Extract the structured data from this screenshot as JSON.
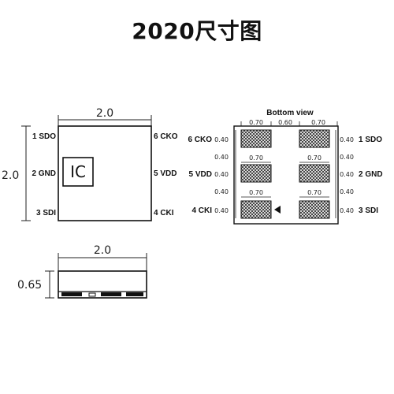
{
  "title": "2020尺寸图",
  "top_view": {
    "width_label": "2.0",
    "height_label": "2.0",
    "ic_label": "IC",
    "pins": {
      "p1": "1 SDO",
      "p2": "2 GND",
      "p3": "3 SDI",
      "p4": "4 CKI",
      "p5": "5 VDD",
      "p6": "6 CKO"
    }
  },
  "side_view": {
    "width_label": "2.0",
    "height_label": "0.65"
  },
  "bottom_view": {
    "header": "Bottom view",
    "pad_width": "0.70",
    "pad_gap": "0.60",
    "pad_height": "0.40",
    "pad_spacing": "0.40",
    "left_pins": [
      "6 CKO",
      "5 VDD",
      "4 CKI"
    ],
    "right_pins": [
      "1 SDO",
      "2 GND",
      "3 SDI"
    ]
  }
}
